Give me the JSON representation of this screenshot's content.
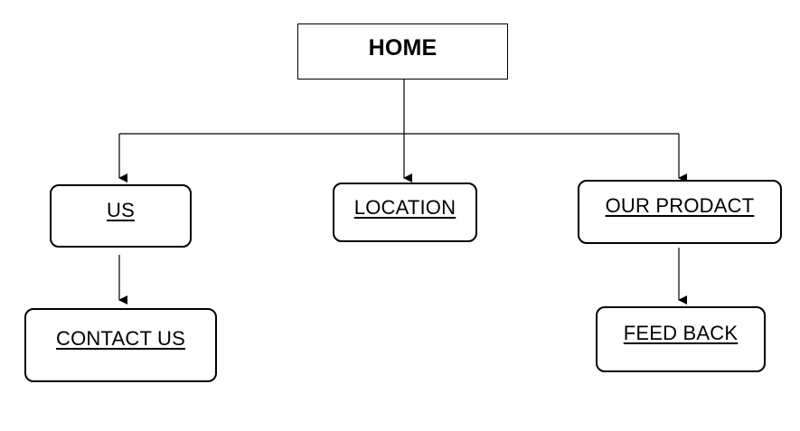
{
  "diagram": {
    "root": {
      "label": "HOME"
    },
    "children": [
      {
        "label": "US",
        "child": {
          "label": "CONTACT US"
        }
      },
      {
        "label": "LOCATION"
      },
      {
        "label": "OUR PRODACT",
        "child": {
          "label": "FEED BACK"
        }
      }
    ],
    "colors": {
      "line": "#000000",
      "box_border": "#000000",
      "background": "#ffffff",
      "text": "#000000"
    }
  }
}
